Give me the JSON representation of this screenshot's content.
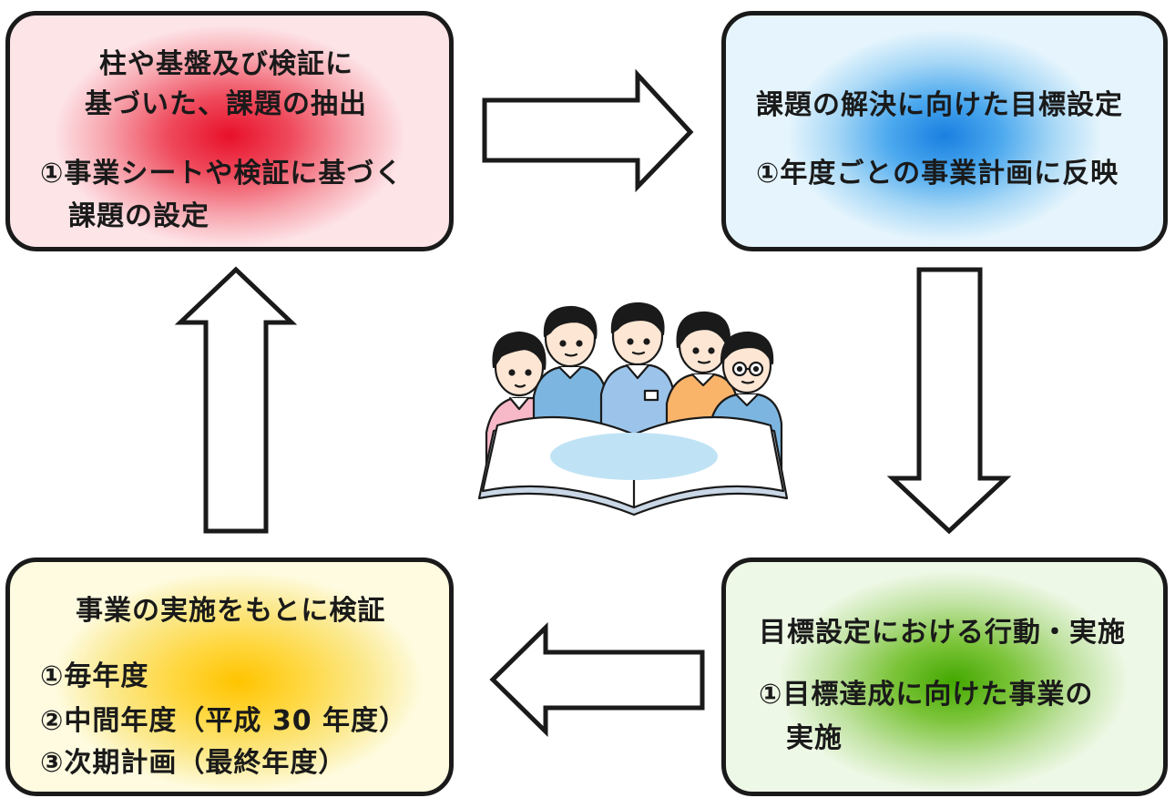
{
  "top_left": {
    "title_line1": "柱や基盤及び検証に",
    "title_line2": "基づいた、課題の抽出",
    "item1_line1": "①事業シートや検証に基づく",
    "item1_line2": "課題の設定"
  },
  "top_right": {
    "title": "課題の解決に向けた目標設定",
    "item1": "①年度ごとの事業計画に反映"
  },
  "bottom_right": {
    "title": "目標設定における行動・実施",
    "item1_line1": "①目標達成に向けた事業の",
    "item1_line2": "実施"
  },
  "bottom_left": {
    "title": "事業の実施をもとに検証",
    "item1": "①毎年度",
    "item2": "②中間年度（平成 30 年度）",
    "item3": "③次期計画（最終年度）"
  },
  "colors": {
    "red": "#e8102a",
    "blue": "#1a7fe0",
    "yellow": "#ffc400",
    "green": "#43a800",
    "border": "#1a1a1a"
  },
  "icons": [
    "arrow-right-icon",
    "arrow-down-icon",
    "arrow-left-icon",
    "arrow-up-icon",
    "people-reading-book-illustration"
  ]
}
